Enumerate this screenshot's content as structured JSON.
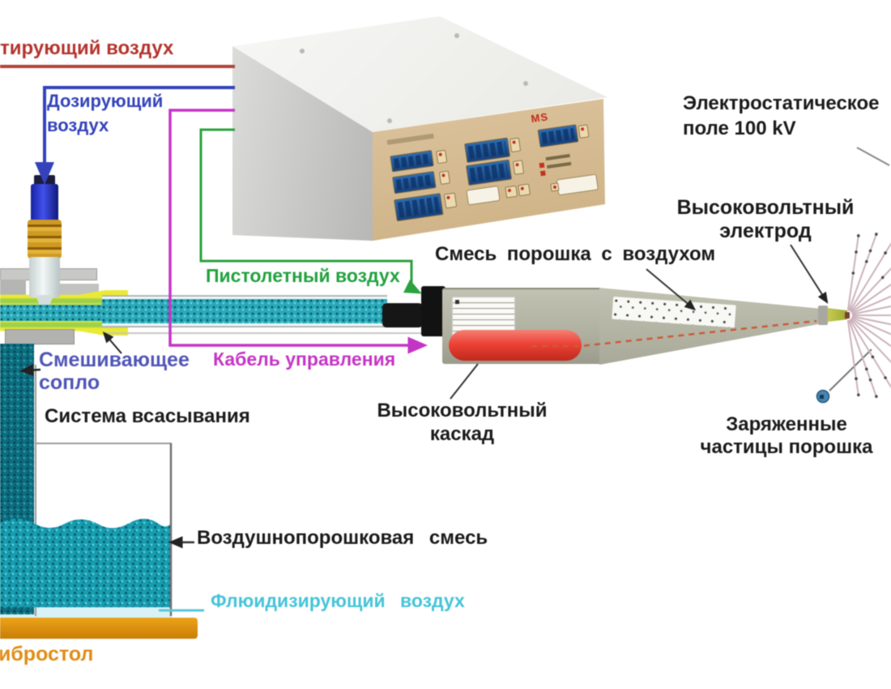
{
  "labels": {
    "transport_air": {
      "text": "тирующий воздух",
      "color": "#b5342e"
    },
    "dosing_air": {
      "lines": [
        "Дозирующий",
        "воздух"
      ],
      "color": "#3443bb"
    },
    "gun_air": {
      "text": "Пистолетный воздух",
      "color": "#22a23e"
    },
    "control_cable": {
      "text": "Кабель управления",
      "color": "#c535c5"
    },
    "powder_air_mix": {
      "text": "Смесь порошка с воздухом",
      "color": "#1b1b1b"
    },
    "electrostatic_field": {
      "lines": [
        "Электростатическое",
        "поле 100 kV"
      ],
      "color": "#1b1b1b"
    },
    "hv_electrode": {
      "lines": [
        "Высоковольтный",
        "электрод"
      ],
      "color": "#1b1b1b"
    },
    "mixing_nozzle": {
      "lines": [
        "Смешивающее",
        "сопло"
      ],
      "color": "#5056b8"
    },
    "suction_system": {
      "text": "Система всасывания",
      "color": "#1b1b1b"
    },
    "hv_cascade": {
      "lines": [
        "Высоковольтный",
        "каскад"
      ],
      "color": "#1b1b1b"
    },
    "air_powder_mix": {
      "text": "Воздушнопорошковая смесь",
      "color": "#1b1b1b"
    },
    "fluidizing_air": {
      "text": "Флюидизирующий воздух",
      "color": "#46c4d7"
    },
    "charged_particles": {
      "lines": [
        "Заряженные",
        "частицы порошка"
      ],
      "color": "#1b1b1b"
    },
    "vibrating_table": {
      "text": "ибростол",
      "color": "#e08d17"
    }
  },
  "control_unit": {
    "logo": "MS"
  },
  "colors": {
    "transport_line": "#b2453c",
    "dosing_line": "#3443bb",
    "gun_air_line": "#2aa23e",
    "cable_line": "#c535c5",
    "powder_teal": "#189db0",
    "powder_dark_teal": "#0d6e80",
    "hv_cascade_red": "#ee4236",
    "hv_dashed_line": "#cc5a36",
    "vibro_table_orange": "#dd8e12",
    "spray_line": "#ccb2bc",
    "control_unit_panel": "#d5ba8f"
  }
}
